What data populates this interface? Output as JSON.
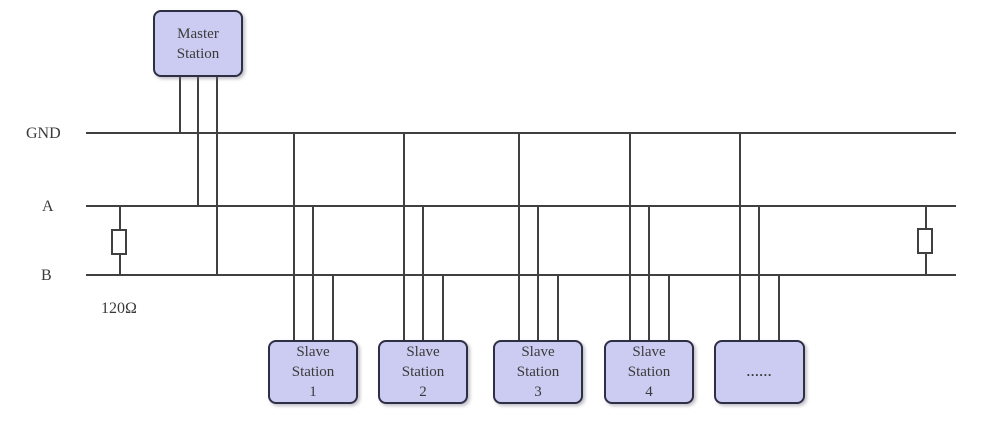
{
  "diagram": {
    "bus": {
      "gnd_label": "GND",
      "a_label": "A",
      "b_label": "B"
    },
    "termination": {
      "resistance_label": "120Ω"
    },
    "nodes": {
      "master": {
        "line1": "Master",
        "line2": "Station"
      },
      "slaves": [
        {
          "line1": "Slave",
          "line2": "Station",
          "line3": "1"
        },
        {
          "line1": "Slave",
          "line2": "Station",
          "line3": "2"
        },
        {
          "line1": "Slave",
          "line2": "Station",
          "line3": "3"
        },
        {
          "line1": "Slave",
          "line2": "Station",
          "line3": "4"
        }
      ],
      "ellipsis": {
        "label": "......"
      }
    },
    "colors": {
      "node_fill": "#ccccf2",
      "node_border": "#2e2e44",
      "wire": "#404040",
      "text": "#3a3a3a"
    }
  }
}
